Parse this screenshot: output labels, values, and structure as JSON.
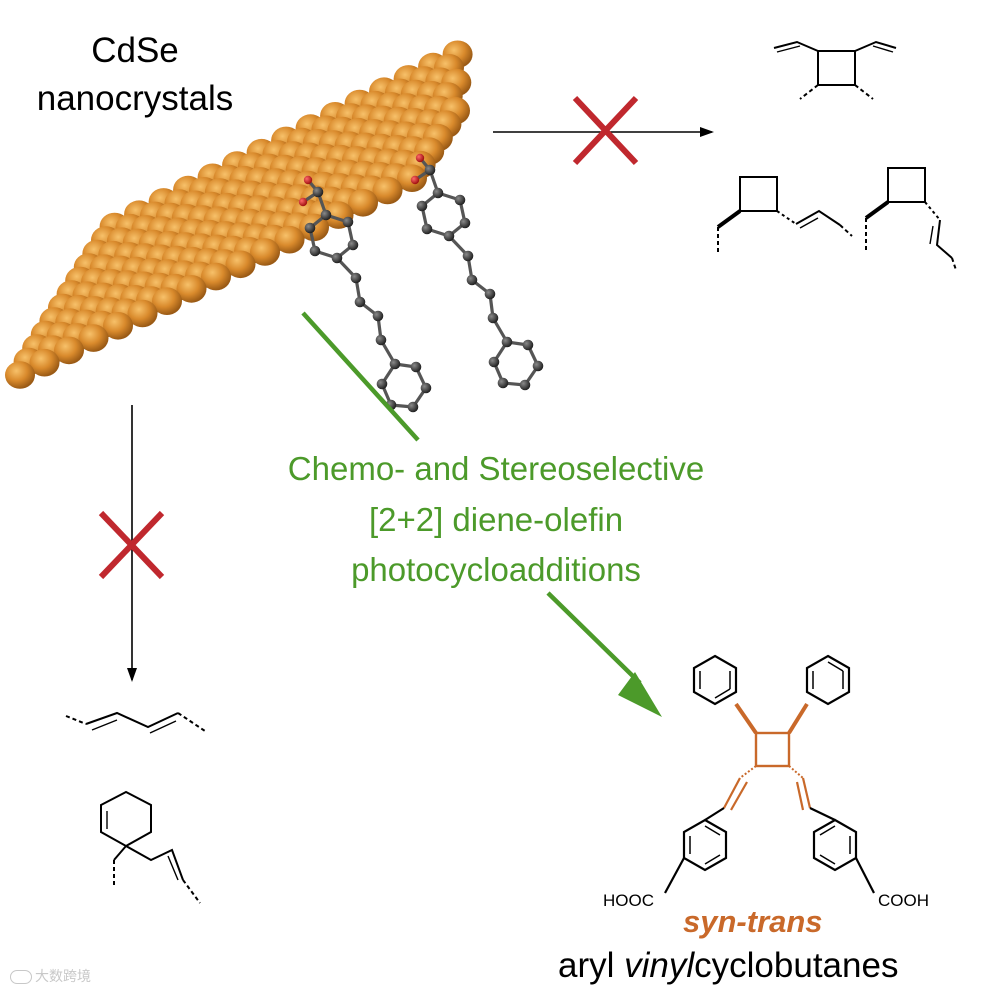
{
  "title_line1": "CdSe",
  "title_line2": "nanocrystals",
  "process_line1": "Chemo- and Stereoselective",
  "process_line2": "[2+2] diene-olefin",
  "process_line3": "photocycloadditions",
  "left_substituent": "HOOC",
  "right_substituent": "COOH",
  "stereo_label": "syn-trans",
  "product_prefix": "aryl ",
  "product_italic": "vinyl",
  "product_suffix": "cyclobutanes",
  "watermark": "大数跨境",
  "colors": {
    "nanocrystal": "#d7892a",
    "process_green": "#4c9a2a",
    "cross_red": "#c0282e",
    "cyclobutane_orange": "#c9692a",
    "atom_gray": "#3a3a3a",
    "oxygen_red": "#cc2222"
  }
}
